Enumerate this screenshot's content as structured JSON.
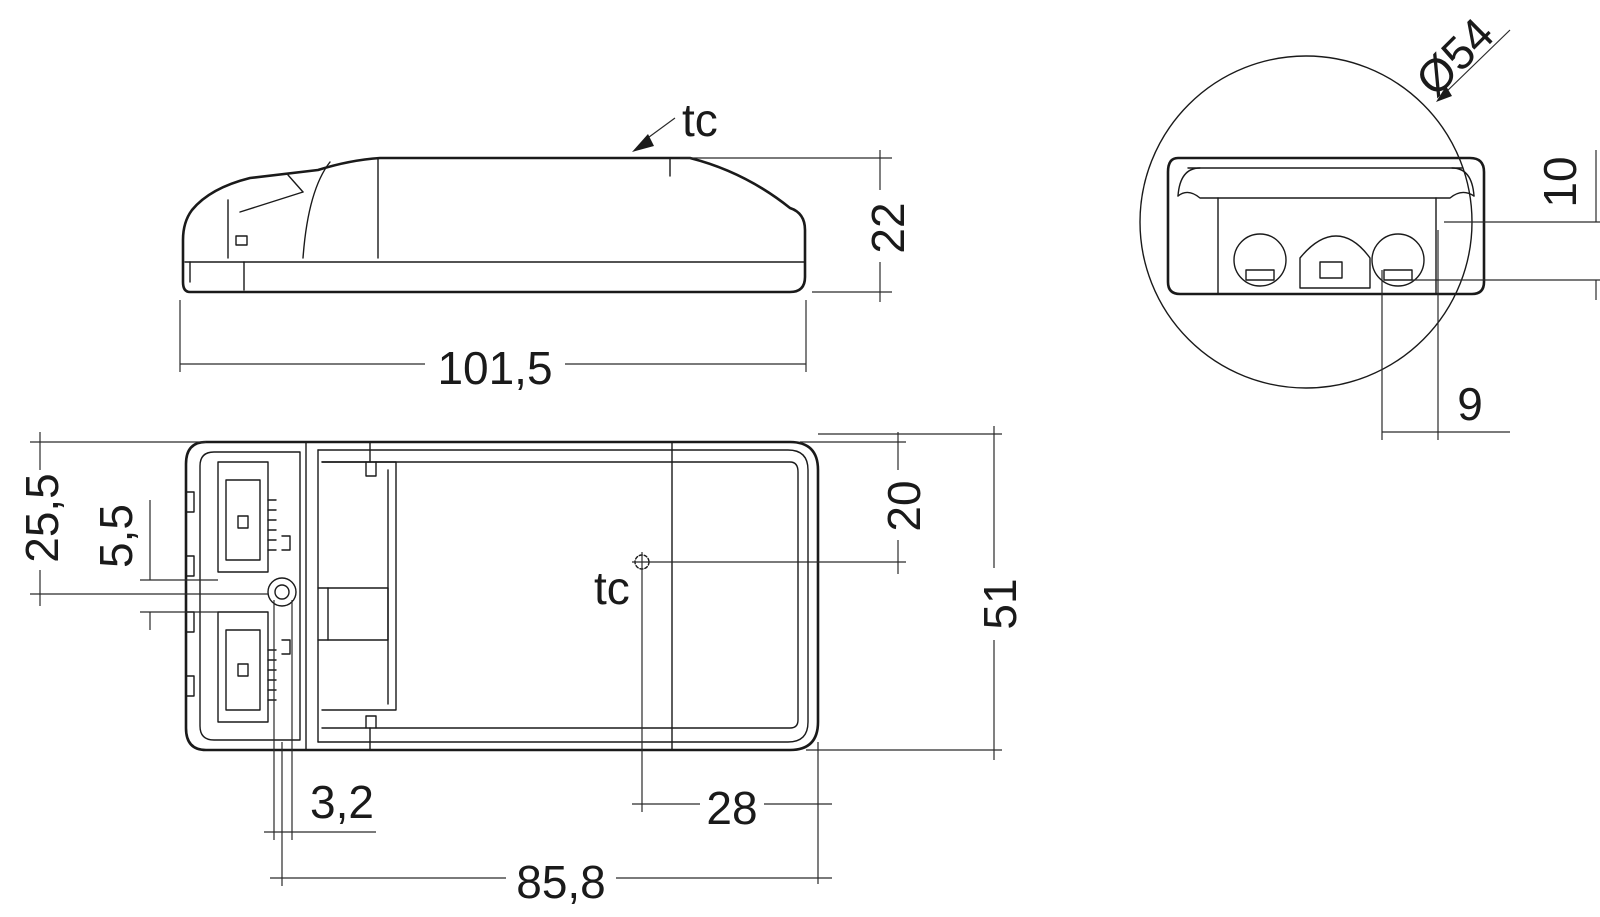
{
  "labels": {
    "tc_side": "tc",
    "tc_top": "tc"
  },
  "dimensions": {
    "side_length": "101,5",
    "side_height": "22",
    "top_total_length": "85,8",
    "top_width": "51",
    "top_tc_from_end": "28",
    "top_tc_from_edge": "20",
    "top_connector_pos": "25,5",
    "top_connector_pitch": "5,5",
    "top_slot": "3,2",
    "end_circle_diameter": "Ø54",
    "end_hole_height": "10",
    "end_hole_pitch": "9"
  }
}
